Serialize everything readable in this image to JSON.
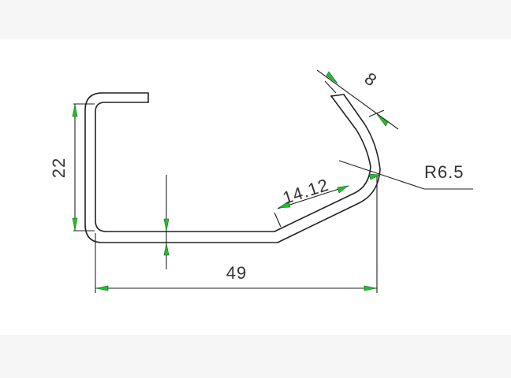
{
  "drawing": {
    "dimensions": {
      "height_label": "22",
      "width_label": "49",
      "thickness_label": "8",
      "slope_length_label": "14.12",
      "radius_label": "R6.5"
    },
    "arrow_color": "#22c02e",
    "line_color": "#222222"
  }
}
